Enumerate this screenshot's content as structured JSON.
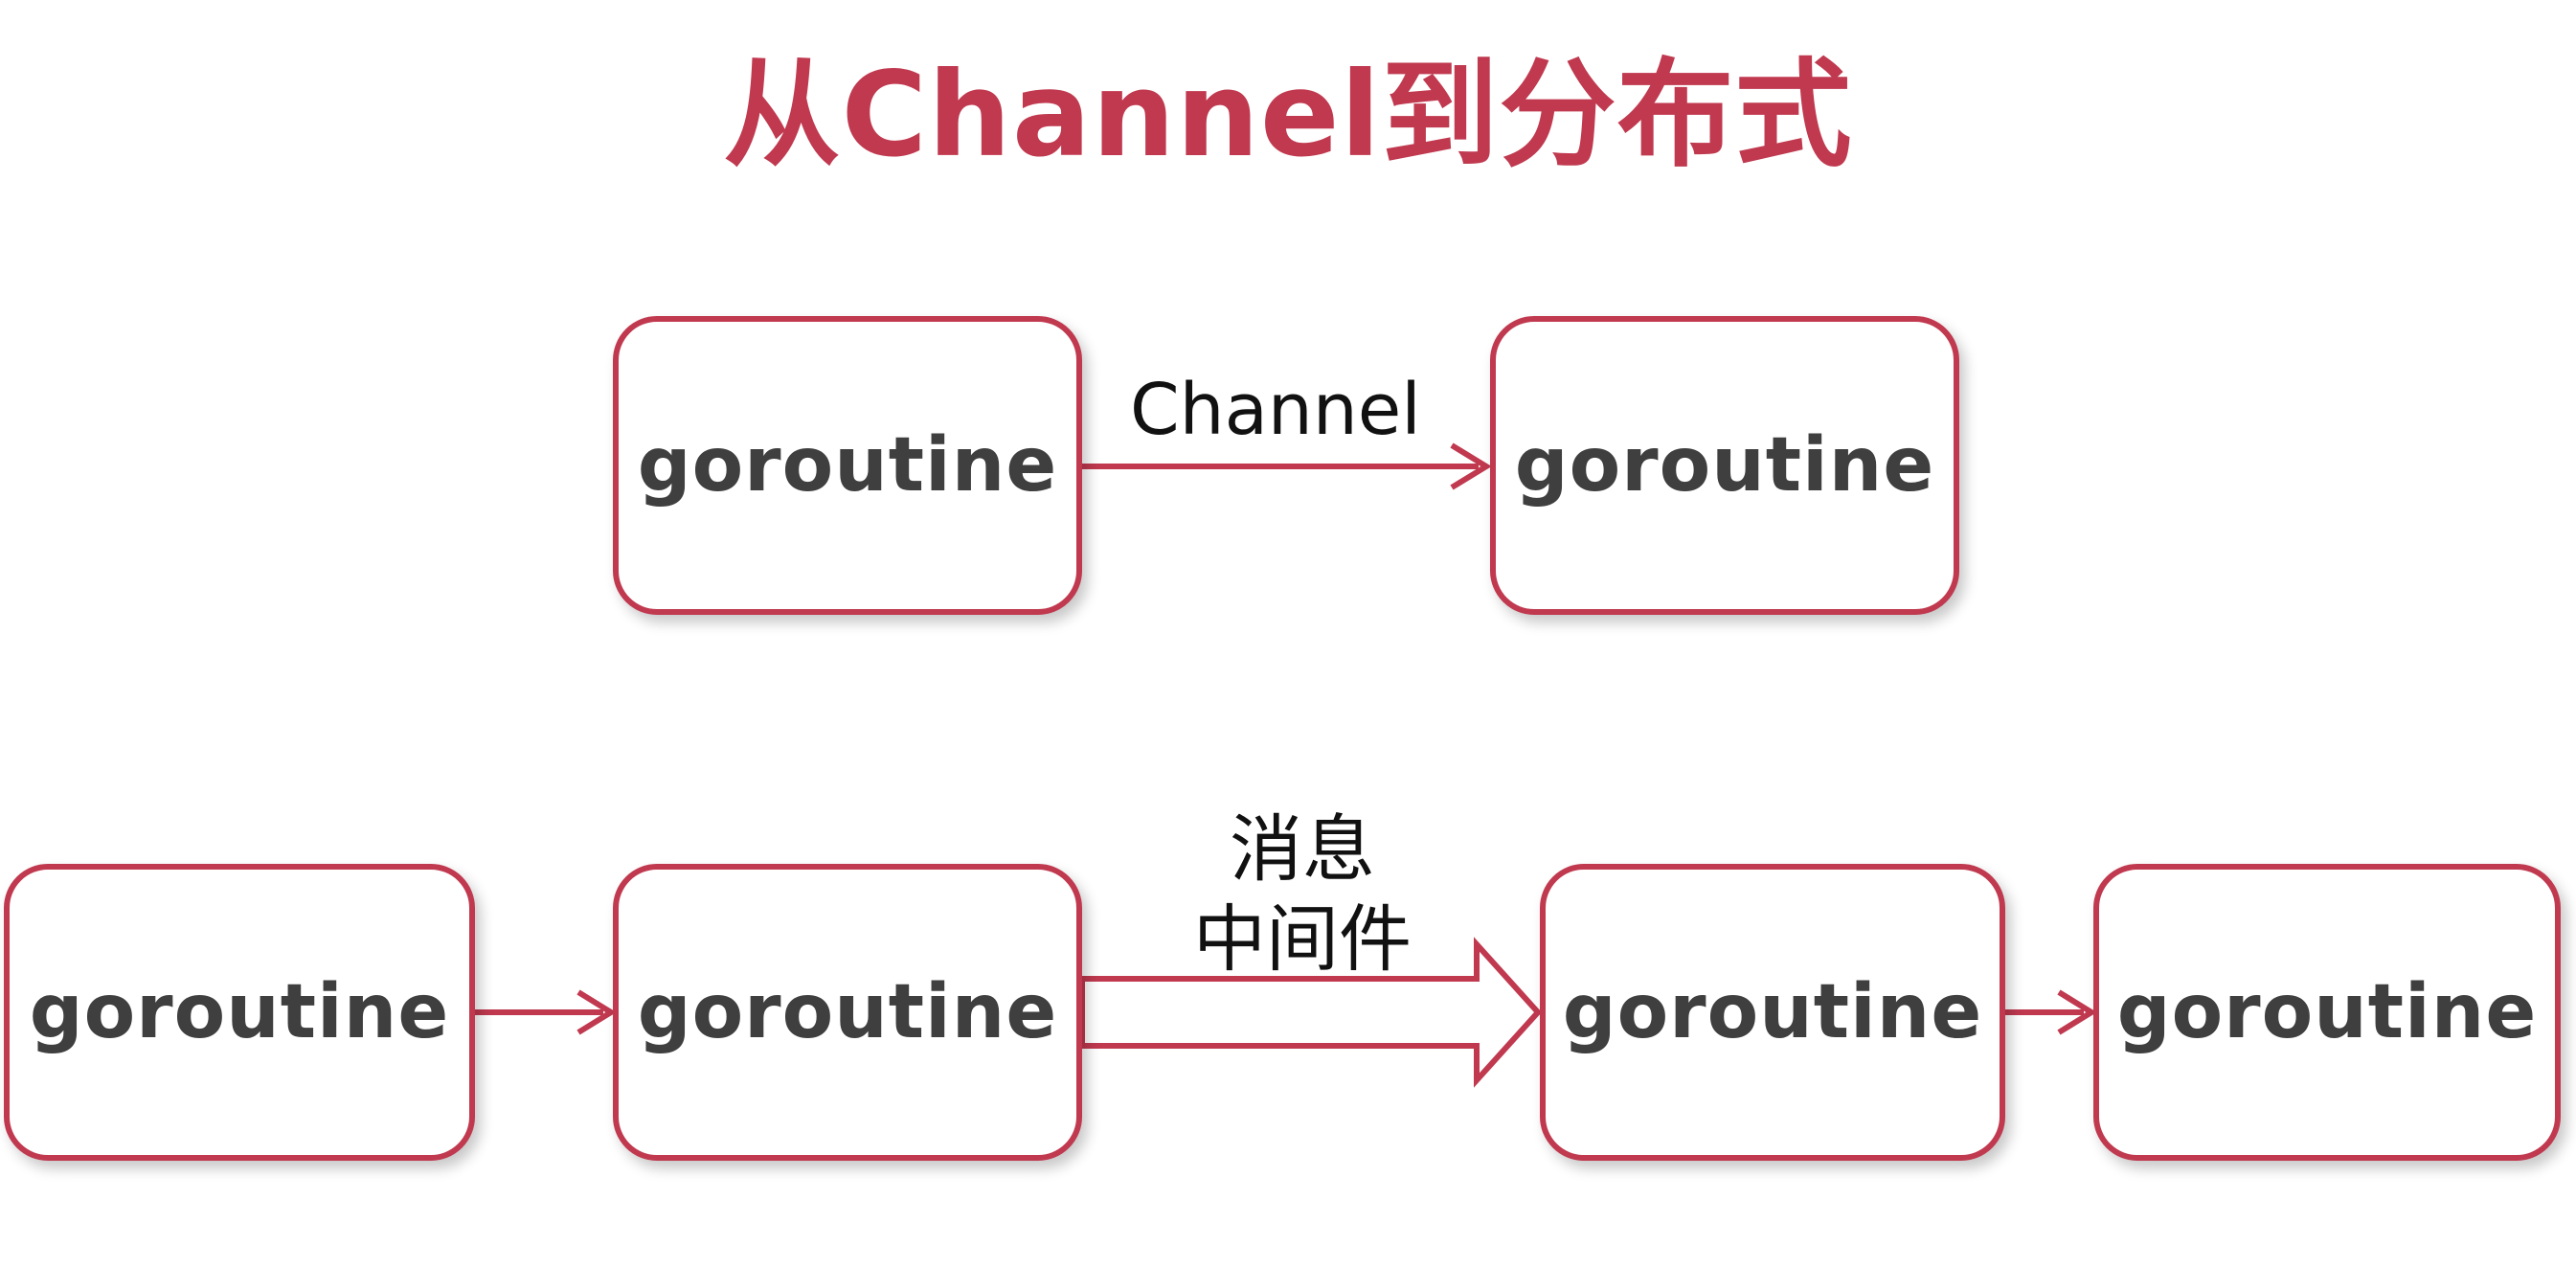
{
  "title": "从Channel到分布式",
  "nodes": {
    "top_left": "goroutine",
    "top_right": "goroutine",
    "bottom_1": "goroutine",
    "bottom_2": "goroutine",
    "bottom_3": "goroutine",
    "bottom_4": "goroutine"
  },
  "edges": {
    "channel_label": "Channel",
    "mq_label_line1": "消息",
    "mq_label_line2": "中间件"
  },
  "colors": {
    "accent": "#c0394f",
    "node_text": "#3f3f3f",
    "label_text": "#111111"
  }
}
